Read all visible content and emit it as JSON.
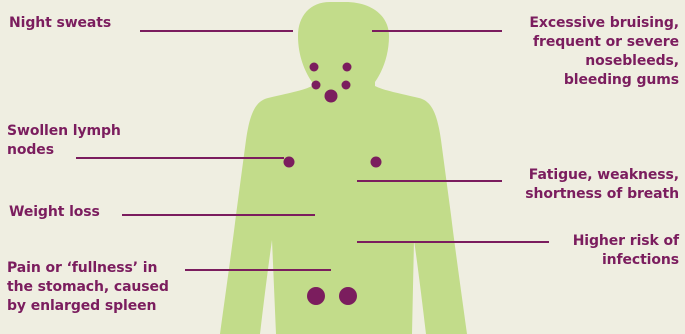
{
  "colors": {
    "background": "#efeee1",
    "body": "#c2dc8a",
    "accent": "#7b1d5e"
  },
  "labels": {
    "night_sweats": "Night sweats",
    "bruising": "Excessive bruising,\nfrequent or severe\nnosebleeds,\nbleeding gums",
    "lymph": "Swollen lymph\nnodes",
    "fatigue": "Fatigue, weakness,\nshortness of breath",
    "weight_loss": "Weight loss",
    "infections": "Higher risk of\ninfections",
    "spleen": "Pain or ‘fullness’ in\nthe stomach, caused\nby enlarged spleen"
  }
}
